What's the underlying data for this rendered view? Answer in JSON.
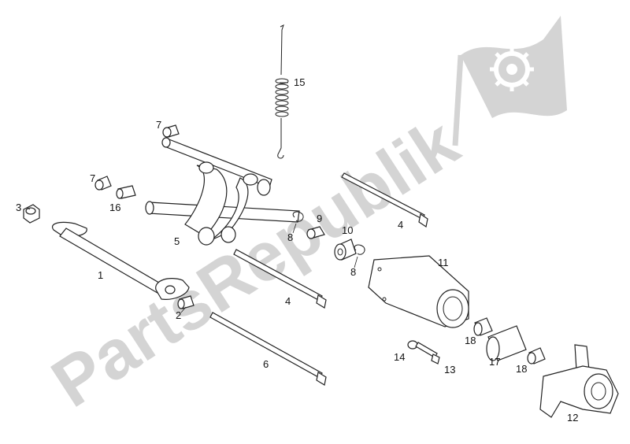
{
  "watermark": {
    "text": "PartsRepublik",
    "logo_icon": "gear-flag-icon"
  },
  "parts": [
    {
      "id": "1",
      "label": "1"
    },
    {
      "id": "2",
      "label": "2"
    },
    {
      "id": "3",
      "label": "3"
    },
    {
      "id": "4a",
      "label": "4"
    },
    {
      "id": "4b",
      "label": "4"
    },
    {
      "id": "5",
      "label": "5"
    },
    {
      "id": "6",
      "label": "6"
    },
    {
      "id": "7a",
      "label": "7"
    },
    {
      "id": "7b",
      "label": "7"
    },
    {
      "id": "8a",
      "label": "8"
    },
    {
      "id": "8b",
      "label": "8"
    },
    {
      "id": "9",
      "label": "9"
    },
    {
      "id": "10",
      "label": "10"
    },
    {
      "id": "11",
      "label": "11"
    },
    {
      "id": "12",
      "label": "12"
    },
    {
      "id": "13",
      "label": "13"
    },
    {
      "id": "14",
      "label": "14"
    },
    {
      "id": "15",
      "label": "15"
    },
    {
      "id": "16",
      "label": "16"
    },
    {
      "id": "17",
      "label": "17"
    },
    {
      "id": "18a",
      "label": "18"
    },
    {
      "id": "18b",
      "label": "18"
    }
  ]
}
